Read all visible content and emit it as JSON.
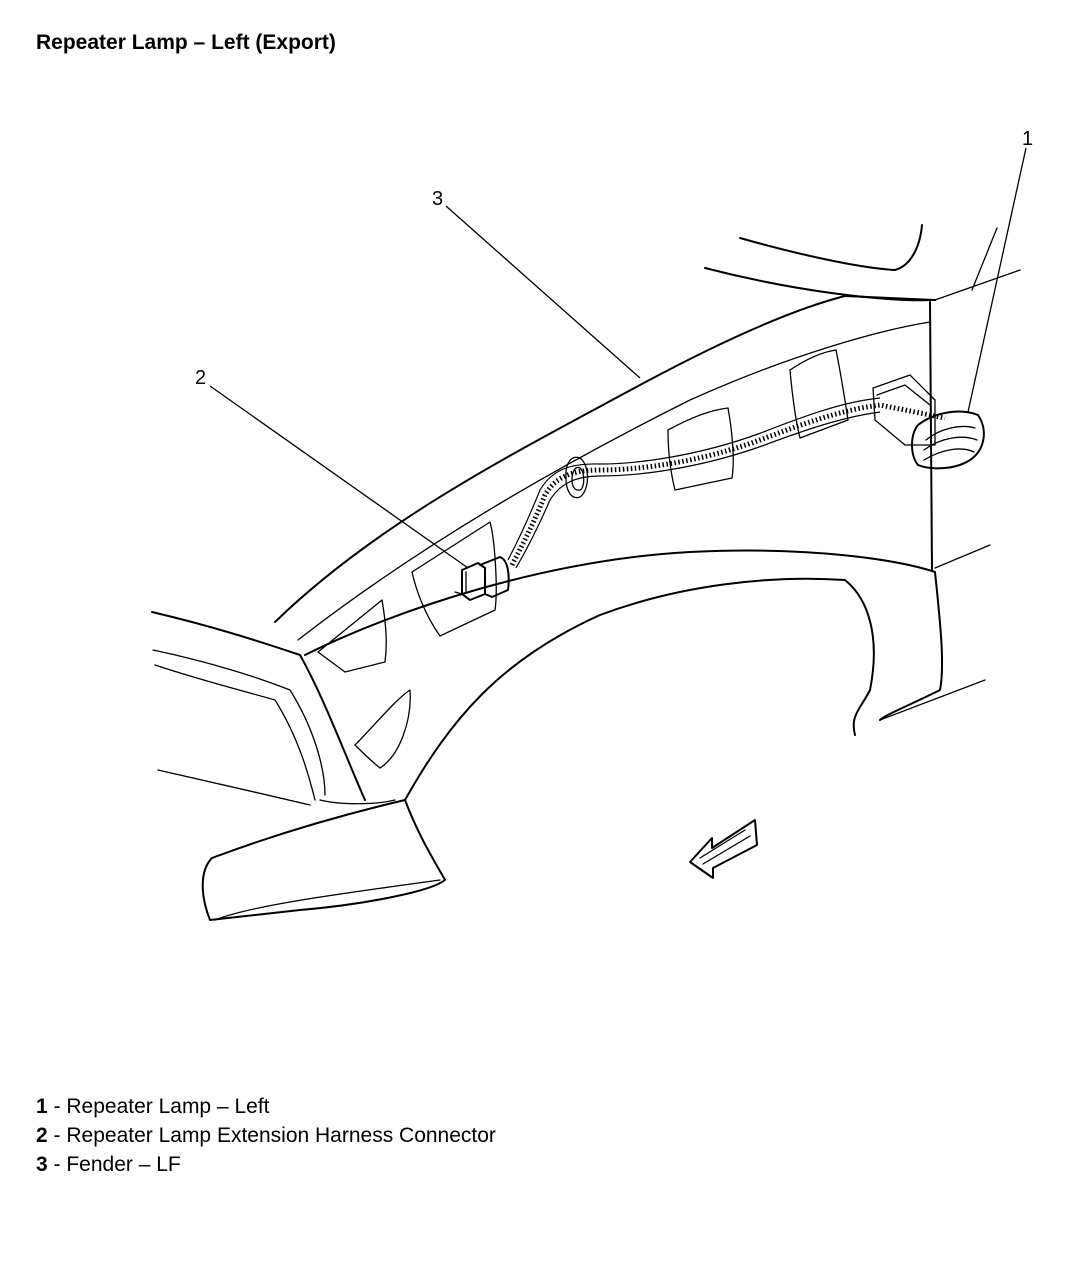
{
  "title": "Repeater Lamp – Left (Export)",
  "callouts": [
    {
      "number": "1"
    },
    {
      "number": "2"
    },
    {
      "number": "3"
    }
  ],
  "legend": [
    {
      "number": "1",
      "separator": " - ",
      "text": "Repeater Lamp – Left"
    },
    {
      "number": "2",
      "separator": " - ",
      "text": "Repeater Lamp Extension Harness Connector"
    },
    {
      "number": "3",
      "separator": " - ",
      "text": "Fender – LF"
    }
  ],
  "icons": {
    "direction_arrow": "forward-arrow-icon"
  }
}
